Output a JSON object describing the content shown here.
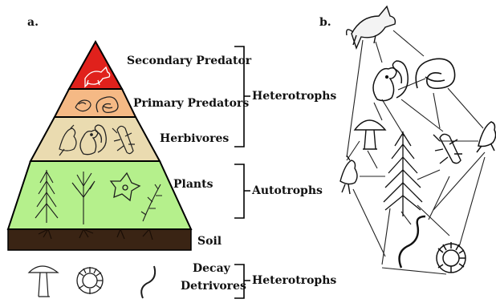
{
  "panel_a": {
    "panel_label": "a.",
    "levels": {
      "secondary_predator": "Secondary Predator",
      "primary_predators": "Primary Predators",
      "herbivores": "Herbivores",
      "plants": "Plants",
      "soil": "Soil",
      "decay": "Decay",
      "detrivores": "Detrivores"
    },
    "groups": {
      "upper": "Heterotrophs",
      "middle": "Autotrophs",
      "lower": "Heterotrophs"
    },
    "colors": {
      "secondary_predator": "#e0211c",
      "primary_predators": "#f5b985",
      "herbivores": "#eadbb0",
      "plants": "#b5f08c",
      "soil": "#3a2414"
    }
  },
  "panel_b": {
    "panel_label": "b."
  }
}
